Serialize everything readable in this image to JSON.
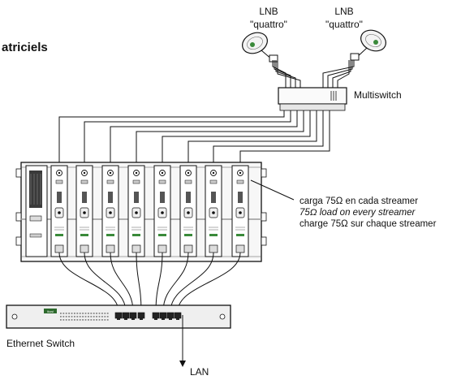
{
  "heading": "atriciels",
  "lnb_left": {
    "line1": "LNB",
    "line2": "\"quattro\""
  },
  "lnb_right": {
    "line1": "LNB",
    "line2": "\"quattro\""
  },
  "multiswitch_label": "Multiswitch",
  "load_note": {
    "line_es": "carga 75Ω en cada streamer",
    "line_en": "75Ω load on every streamer",
    "line_fr": "charge 75Ω sur chaque streamer"
  },
  "ethernet_switch_label": "Ethernet Switch",
  "switch_brand": "ikusi",
  "lan_label": "LAN",
  "streamer_count": 8,
  "switch_port_count": 8
}
